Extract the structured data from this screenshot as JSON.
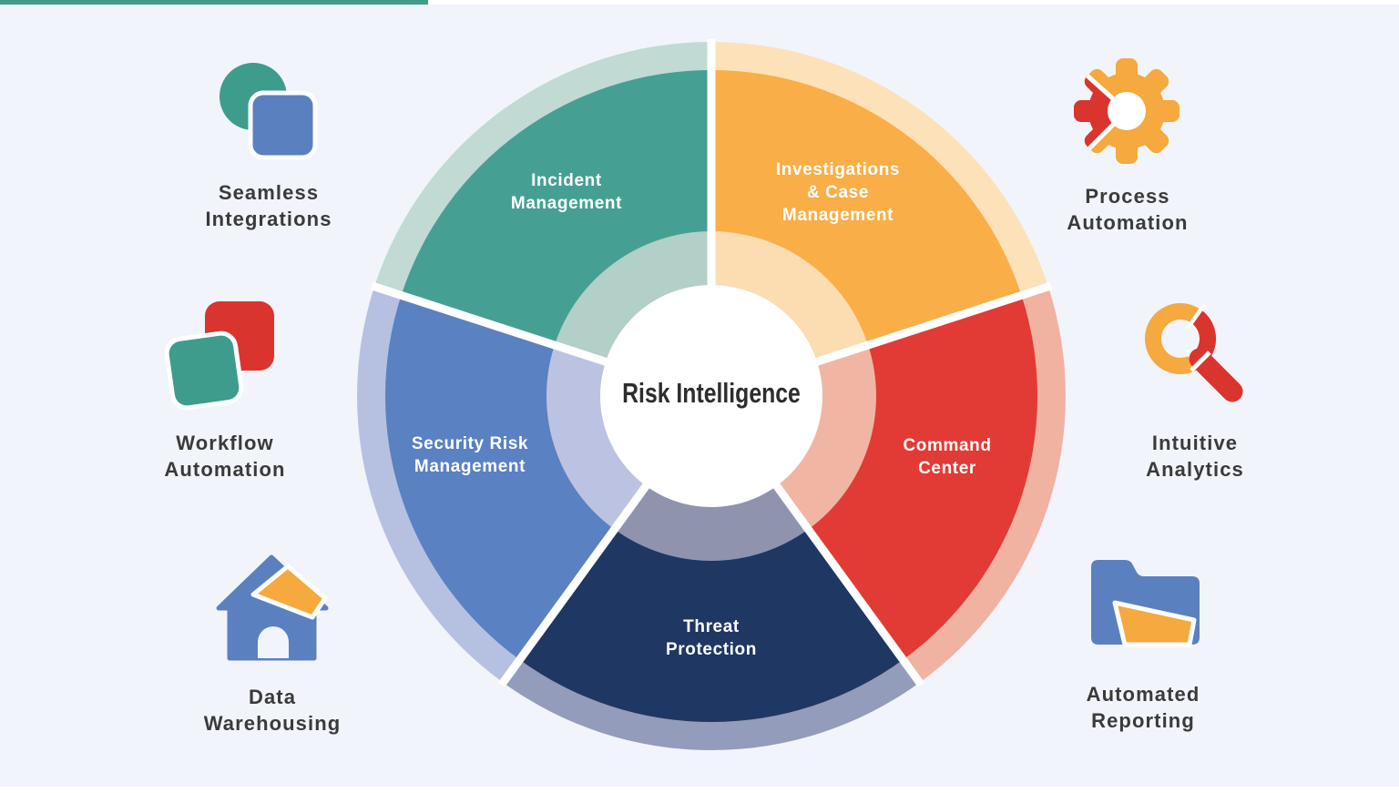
{
  "colors": {
    "page_bg": "#f1f4fb",
    "edge_strip": "#ffffff",
    "accent_bar": "#459c8d",
    "icon_teal": "#3d9c8b",
    "icon_blue": "#5b80c0",
    "icon_red": "#da342e",
    "icon_orange": "#f5a93e",
    "side_label_text": "#3a3a3a",
    "center_text": "#2d2d2d",
    "wheel_label_text": "#ffffff"
  },
  "wheel": {
    "center_label": "Risk Intelligence",
    "divider_color": "#ffffff",
    "hub_color": "#ffffff",
    "segments": [
      {
        "id": "investigations-case-management",
        "label": "Investigations\n& Case\nManagement",
        "start_deg": 0,
        "end_deg": 72,
        "color_main": "#f9ae47",
        "color_inner": "#fcdcb1",
        "color_outer": "#fde1b8"
      },
      {
        "id": "command-center",
        "label": "Command\nCenter",
        "start_deg": 72,
        "end_deg": 144,
        "color_main": "#e23a35",
        "color_inner": "#f1b5a4",
        "color_outer": "#f0b3a1"
      },
      {
        "id": "threat-protection",
        "label": "Threat\nProtection",
        "start_deg": 144,
        "end_deg": 216,
        "color_main": "#1f3763",
        "color_inner": "#8f93ae",
        "color_outer": "#939cba"
      },
      {
        "id": "security-risk-management",
        "label": "Security Risk\nManagement",
        "start_deg": 216,
        "end_deg": 288,
        "color_main": "#5a81c1",
        "color_inner": "#bcc3e2",
        "color_outer": "#b6c1e1"
      },
      {
        "id": "incident-management",
        "label": "Incident\nManagement",
        "start_deg": 288,
        "end_deg": 360,
        "color_main": "#45a093",
        "color_inner": "#b2cfc8",
        "color_outer": "#c1dad3"
      }
    ]
  },
  "side_items": {
    "left": [
      {
        "id": "seamless-integrations",
        "label": "Seamless\nIntegrations",
        "icon": "circle-square-icon"
      },
      {
        "id": "workflow-automation",
        "label": "Workflow\nAutomation",
        "icon": "linked-squares-icon"
      },
      {
        "id": "data-warehousing",
        "label": "Data\nWarehousing",
        "icon": "warehouse-house-icon"
      }
    ],
    "right": [
      {
        "id": "process-automation",
        "label": "Process\nAutomation",
        "icon": "gear-icon"
      },
      {
        "id": "intuitive-analytics",
        "label": "Intuitive\nAnalytics",
        "icon": "magnifier-icon"
      },
      {
        "id": "automated-reporting",
        "label": "Automated\nReporting",
        "icon": "folder-icon"
      }
    ]
  }
}
